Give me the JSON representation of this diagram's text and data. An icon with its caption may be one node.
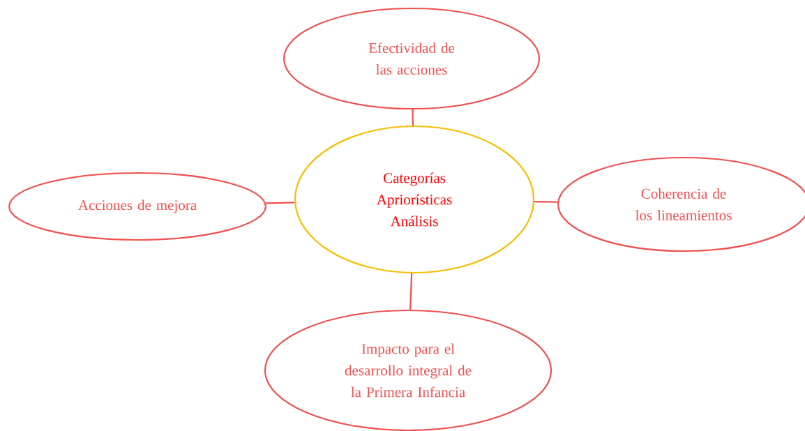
{
  "diagram": {
    "nodes": [
      {
        "text": [
          "Categorías Apriorísticas Análisis"
        ]
      },
      {
        "text": [
          "Efectividad de las acciones"
        ]
      },
      {
        "text": [
          "Acciones de mejora"
        ]
      },
      {
        "text": [
          "Coherencia de los lineamientos"
        ]
      },
      {
        "text": [
          "Impacto para el desarrollo integral de la Primera Infancia"
        ]
      }
    ],
    "edges": [
      {
        "from": 0,
        "to": 1,
        "arrow": "none"
      },
      {
        "from": 0,
        "to": 2,
        "arrow": "none"
      },
      {
        "from": 0,
        "to": 3,
        "arrow": "none"
      },
      {
        "from": 0,
        "to": 4,
        "arrow": "none"
      }
    ]
  }
}
